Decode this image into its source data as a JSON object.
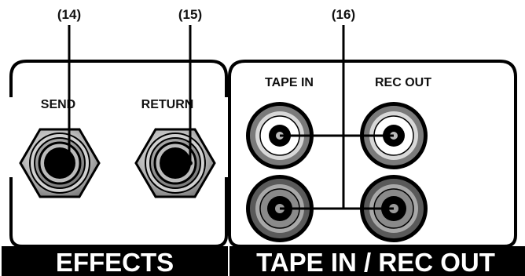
{
  "callouts": [
    "(14)",
    "(15)",
    "(16)"
  ],
  "effects": {
    "send_label": "SEND",
    "return_label": "RETURN",
    "banner": "EFFECTS"
  },
  "tape": {
    "tape_in_label": "TAPE IN",
    "rec_out_label": "REC OUT",
    "banner": "TAPE IN / REC OUT"
  },
  "colors": {
    "banner_bg": "#000000",
    "outline": "#000000",
    "jack_hex": "#c8c8c8",
    "rca_white_ring": "#ffffff",
    "rca_red_ring": "#888888"
  }
}
